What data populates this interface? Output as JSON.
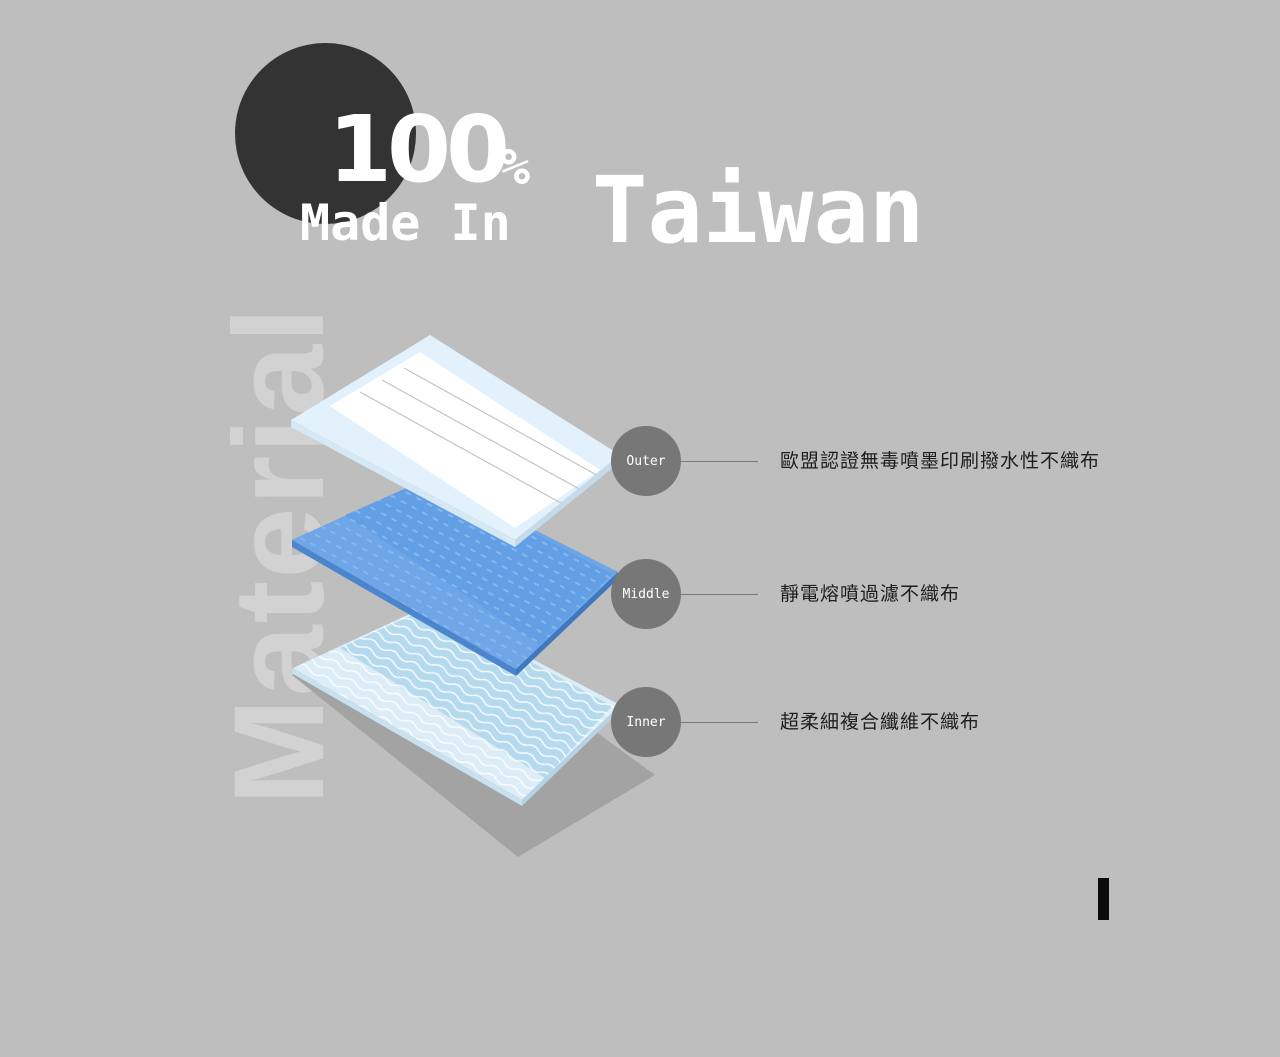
{
  "header": {
    "number": "100",
    "percent": "%",
    "made_in": "Made In",
    "country": "Taiwan"
  },
  "watermark": "Material",
  "layers": [
    {
      "label": "Outer",
      "description": "歐盟認證無毒噴墨印刷撥水性不織布"
    },
    {
      "label": "Middle",
      "description": "靜電熔噴過濾不織布"
    },
    {
      "label": "Inner",
      "description": "超柔細複合纖維不織布"
    }
  ],
  "colors": {
    "background": "#bebebe",
    "circle_dark": "#333333",
    "label_circle": "#777777",
    "outer_layer": "#ffffff",
    "middle_layer": "#5b9be3",
    "inner_layer": "#a9d3ea",
    "shadow": "#a3a3a3"
  }
}
